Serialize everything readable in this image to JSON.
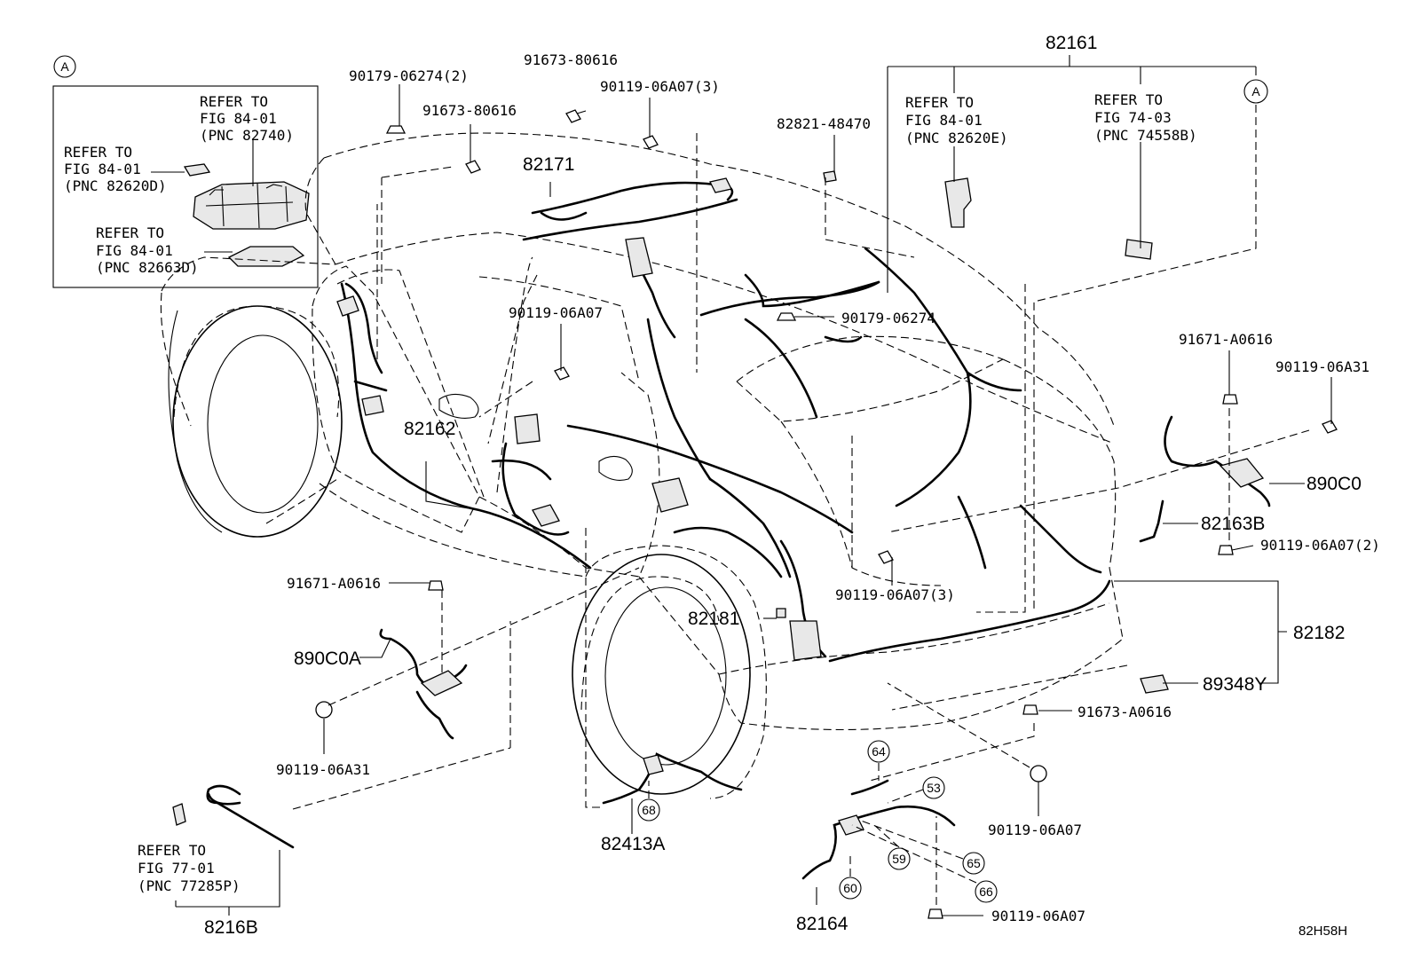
{
  "labels": {
    "a_circle_top": "A",
    "a_circle_right": "A",
    "inset": {
      "refer1_l1": "REFER TO",
      "refer1_l2": "FIG 84-01",
      "refer1_l3": "(PNC 82740)",
      "refer2_l1": "REFER TO",
      "refer2_l2": "FIG 84-01",
      "refer2_l3": "(PNC 82620D)",
      "refer3_l1": "REFER TO",
      "refer3_l2": "FIG 84-01",
      "refer3_l3": "(PNC 82663D)"
    },
    "p_90179_06274_2": "90179-06274(2)",
    "p_91673_80616_a": "91673-80616",
    "p_91673_80616_b": "91673-80616",
    "p_90119_06A07_3_top": "90119-06A07(3)",
    "p_82171": "82171",
    "p_82821_48470": "82821-48470",
    "p_82161": "82161",
    "refer4_l1": "REFER TO",
    "refer4_l2": "FIG 84-01",
    "refer4_l3": "(PNC 82620E)",
    "refer5_l1": "REFER TO",
    "refer5_l2": "FIG 74-03",
    "refer5_l3": "(PNC 74558B)",
    "p_90119_06A07_mid": "90119-06A07",
    "p_90179_06274": "90179-06274",
    "p_91671_A0616_right": "91671-A0616",
    "p_90119_06A31_right": "90119-06A31",
    "p_82162": "82162",
    "p_890C0": "890C0",
    "p_82163B": "82163B",
    "p_90119_06A07_2": "90119-06A07(2)",
    "p_91671_A0616_left": "91671-A0616",
    "p_90119_06A07_3_mid": "90119-06A07(3)",
    "p_82181": "82181",
    "p_82182": "82182",
    "p_890C0A": "890C0A",
    "p_89348Y": "89348Y",
    "p_91673_A0616": "91673-A0616",
    "p_90119_06A31_left": "90119-06A31",
    "p_90119_06A07_lower": "90119-06A07",
    "p_90119_06A07_bottom": "90119-06A07",
    "c64": "64",
    "c53": "53",
    "c68": "68",
    "c59": "59",
    "c65": "65",
    "c60": "60",
    "c66": "66",
    "p_82413A": "82413A",
    "refer6_l1": "REFER TO",
    "refer6_l2": "FIG 77-01",
    "refer6_l3": "(PNC 77285P)",
    "p_8216B": "8216B",
    "p_82164": "82164",
    "footer_code": "82H58H"
  }
}
